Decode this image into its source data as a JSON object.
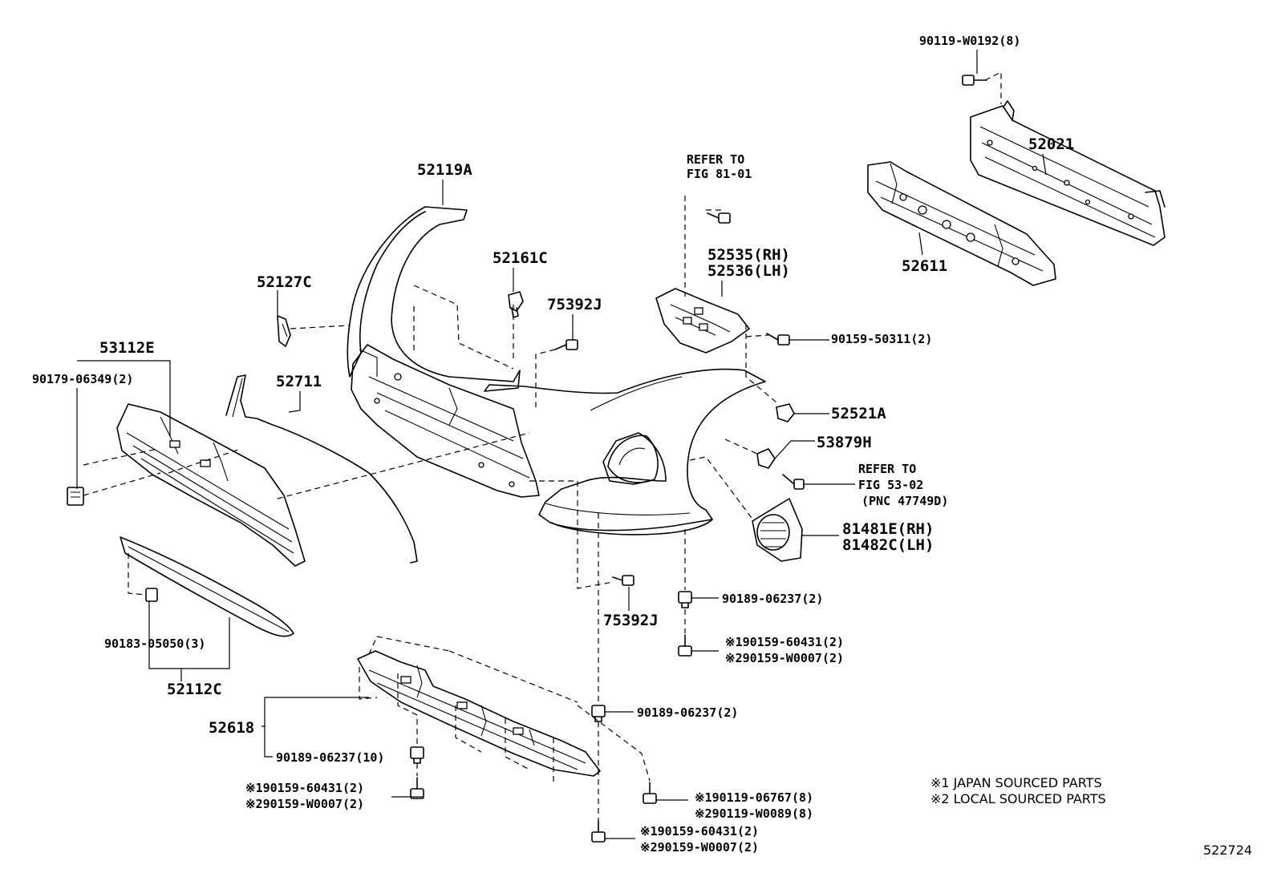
{
  "labels": {
    "bolt_top": "90119-W0192(8)",
    "reinforcement": "52021",
    "absorber": "52611",
    "refer_top_1": "REFER TO",
    "refer_top_2": "FIG 81-01",
    "cover": "52119A",
    "retainer_top": "52161C",
    "plug_75392j_top": "75392J",
    "support_rh": "52535(RH)",
    "support_lh": "52536(LH)",
    "cap": "52127C",
    "screw_90159_50311": "90159-50311(2)",
    "grille_assy": "53112E",
    "clip_90179": "90179-06349(2)",
    "grille_frame": "52711",
    "retainer_52521a": "52521A",
    "retainer_53879h": "53879H",
    "refer_mid_1": "REFER TO",
    "refer_mid_2": "FIG 53-02",
    "refer_mid_3": "(PNC 47749D)",
    "fog_cover_rh": "81481E(RH)",
    "fog_cover_lh": "81482C(LH)",
    "clip_90189_right": "90189-06237(2)",
    "screw_r1": "※190159-60431(2)",
    "screw_r2": "※290159-W0007(2)",
    "plug_75392j_bottom": "75392J",
    "nut_90183": "90183-05050(3)",
    "molding": "52112C",
    "clip_90189_center": "90189-06237(2)",
    "under_cover": "52618",
    "clip_90189_10": "90189-06237(10)",
    "screw_bl1": "※190159-60431(2)",
    "screw_bl2": "※290159-W0007(2)",
    "bolt_br1": "※190119-06767(8)",
    "bolt_br2": "※290119-W0089(8)",
    "screw_bb1": "※190159-60431(2)",
    "screw_bb2": "※290159-W0007(2)",
    "note1": "※1 JAPAN SOURCED PARTS",
    "note2": "※2 LOCAL SOURCED PARTS",
    "figure_id": "522724"
  }
}
